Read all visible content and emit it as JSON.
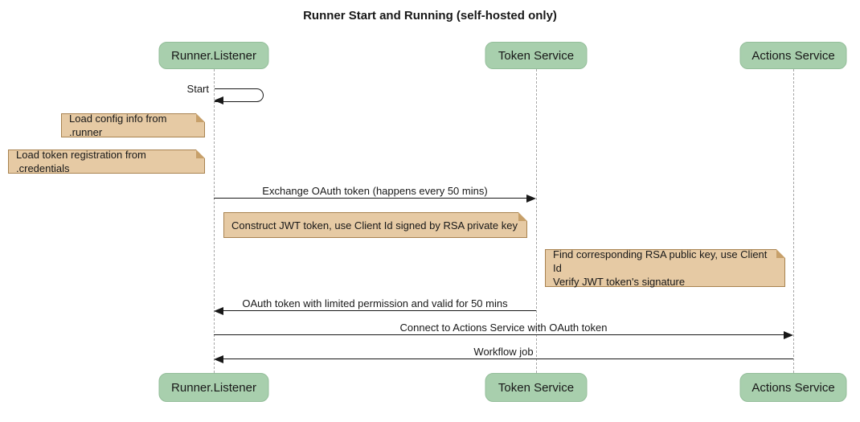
{
  "title": "Runner Start and Running (self-hosted only)",
  "participants": [
    {
      "name": "Runner.Listener"
    },
    {
      "name": "Token Service"
    },
    {
      "name": "Actions Service"
    }
  ],
  "self_message": {
    "label": "Start",
    "on": "Runner.Listener"
  },
  "notes": [
    {
      "text": "Load config info from .runner",
      "anchor": "Runner.Listener"
    },
    {
      "text": "Load token registration from .credentials",
      "anchor": "Runner.Listener"
    },
    {
      "text": "Construct JWT token, use Client Id signed by RSA private key",
      "anchor": "Runner.Listener"
    },
    {
      "text": "Find corresponding RSA public key, use Client Id\nVerify JWT token's signature",
      "anchor": "Token Service"
    }
  ],
  "messages": [
    {
      "label": "Exchange OAuth token (happens every 50 mins)",
      "from": "Runner.Listener",
      "to": "Token Service"
    },
    {
      "label": "OAuth token with limited permission and valid for 50 mins",
      "from": "Token Service",
      "to": "Runner.Listener"
    },
    {
      "label": "Connect to Actions Service with OAuth token",
      "from": "Runner.Listener",
      "to": "Actions Service"
    },
    {
      "label": "Workflow job",
      "from": "Actions Service",
      "to": "Runner.Listener"
    }
  ],
  "colors": {
    "participant_fill": "#A8CFAD",
    "note_fill": "#E6CAA4",
    "note_border": "#A8824F",
    "lifeline": "#A6A6A6",
    "arrow": "#181818"
  }
}
